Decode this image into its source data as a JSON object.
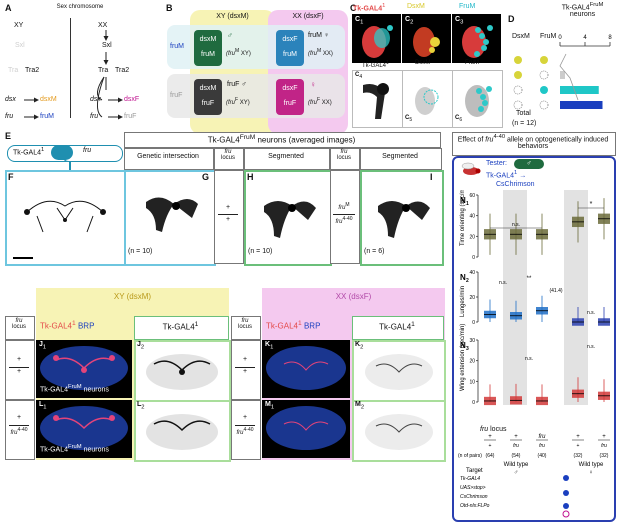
{
  "panelA": {
    "label": "A",
    "xy": "XY",
    "xx": "XX",
    "sex_chromosome": "Sex chromosome",
    "sxl_left": "Sxl",
    "sxl_right": "Sxl",
    "tra_left": "Tra",
    "tra2_left": "Tra2",
    "tra_right": "Tra",
    "tra2_right": "Tra2",
    "dsx": "dsx",
    "dsxM": "dsxM",
    "dsx_r": "dsx",
    "dsxF": "dsxF",
    "fru": "fru",
    "fruM": "fruM",
    "fru_r": "fru",
    "fruF": "fruF"
  },
  "panelB": {
    "label": "B",
    "xy_header": "XY (dsxM)",
    "xx_header": "XX (dsxF)",
    "fruM_row": "fruM",
    "fruF_row": "fruF",
    "c11a": "dsxM",
    "c11b": "fruM",
    "c11g": "(fru",
    "c11s": "M",
    "c11e": " XY)",
    "c12a": "dsxF",
    "c12b": "fruM",
    "c12t1": "fruM",
    "c12g": "(fru",
    "c12s": "M",
    "c12e": " XX)",
    "c21a": "dsxM",
    "c21b": "fruF",
    "c21t1": "fruF",
    "c21g": "(fru",
    "c21s": "F",
    "c21e": " XY)",
    "c22a": "dsxF",
    "c22b": "fruF",
    "c22g": "(fru",
    "c22s": "F",
    "c22e": " XX)",
    "male": "♂",
    "female": "♀"
  },
  "panelC": {
    "label_c1": "Tk-GAL4",
    "sup1": "1",
    "dsxm": "DsxM",
    "frum": "FruM",
    "c1": "C",
    "c2": "C",
    "c3": "C",
    "c4": "C",
    "c5": "C",
    "c6": "C",
    "s1": "1",
    "s2": "2",
    "s3": "3",
    "s4": "4",
    "s5": "5",
    "s6": "6",
    "tk_gal4_lower": "Tk-GAL4",
    "dsxm_lower": "DsxM",
    "frum_lower": "FruM"
  },
  "panelD": {
    "label": "D",
    "title": "Tk-GAL4",
    "title_sup": "FruM",
    "title2": "neurons",
    "col1": "DsxM",
    "col2": "FruM",
    "ticks": [
      "0",
      "4",
      "8"
    ],
    "total": "Total",
    "n": "(n = 12)",
    "bars": [
      0,
      0.8,
      6.2,
      6.8
    ],
    "colors": {
      "dsx": "#d7d43a",
      "fru": "#1fc7c7",
      "blue": "#1a3fbf"
    }
  },
  "panelE": {
    "label": "E",
    "tk": "Tk-GAL4",
    "tk_sup": "1",
    "fru": "fru"
  },
  "headerRow": {
    "title": "Tk-GAL4",
    "title_sup": "FruM",
    "title_rest": " neurons (averaged images)",
    "genetic": "Genetic intersection",
    "fru_locus": "fru",
    "locus": "locus",
    "segmented": "Segmented",
    "fru_locus2": "fru",
    "locus2": "locus",
    "segmented2": "Segmented"
  },
  "panelsFGHI": {
    "F": "F",
    "G": "G",
    "H": "H",
    "I": "I",
    "nG": "(n = 10)",
    "nH": "(n = 10)",
    "nI": "(n = 6)",
    "plus_top": "+",
    "plus_bot": "+",
    "fruM": "fru",
    "fruM_sup": "M",
    "fru440": "fru",
    "fru440_sup": "4-40"
  },
  "panelN": {
    "header": "Effect of",
    "header_fru": "fru",
    "header_sup": "4-40",
    "header_rest": " allele on optogenetically induced behaviors",
    "tester": "Tester:",
    "male": "♂",
    "tk": "Tk-GAL4",
    "tk_sup": "1",
    "arrow": "→",
    "csch": "CsChrimson",
    "N1": "N",
    "N1s": "1",
    "N2": "N",
    "N2s": "2",
    "N3": "N",
    "N3s": "3",
    "ylab1": "Time orienting (sec/min)",
    "ylab2": "Lunges/min",
    "ylab3": "Wing extension (sec/min)",
    "ticks1": [
      "60",
      "40",
      "20",
      "0"
    ],
    "ticks2": [
      "40",
      "20",
      "0"
    ],
    "ticks3": [
      "30",
      "20",
      "10",
      "0"
    ],
    "ns": "n.s.",
    "star": "*",
    "dstar": "**",
    "outlier": "(41.4)",
    "fru_locus": "fru locus",
    "n_pairs": "(n of pairs)",
    "genotypes_top": [
      "+",
      "+",
      "fru",
      "+",
      "+"
    ],
    "genotypes_bot": [
      "+",
      "fru",
      "fru",
      "+",
      "fru"
    ],
    "n_values": [
      "(64)",
      "(54)",
      "(40)",
      "(32)",
      "(32)"
    ],
    "target": "Target",
    "wild_type": "Wild type",
    "male_sym": "♂",
    "female_sym": "♀",
    "chart_data": {
      "type": "box",
      "series": [
        {
          "name": "Time orienting",
          "medians": [
            22,
            22,
            22,
            34,
            37
          ]
        },
        {
          "name": "Lunges/min",
          "medians": [
            6,
            5,
            9,
            0,
            0
          ]
        },
        {
          "name": "Wing extension",
          "medians": [
            0.5,
            0.8,
            0.5,
            4,
            3
          ]
        }
      ]
    },
    "list": [
      "Tk-GAL4",
      "UAS>stop>",
      "CsChrimson",
      "Otd-nls:FLPo"
    ],
    "list_sup": "1"
  },
  "bottomLeft": {
    "xy": "XY (dsxM)",
    "fru_locus": "fru",
    "locus": "locus",
    "tk_red": "Tk-GAL4",
    "sup": "1",
    "brp": "BRP",
    "tk_white": "Tk-GAL4",
    "tk_white_sup": "1",
    "J1": "J",
    "J1s": "1",
    "J2": "J",
    "J2s": "2",
    "L1": "L",
    "L1s": "1",
    "L2": "L",
    "L2s": "2",
    "neurons": "Tk-GAL4",
    "neurons_sup": "FruM",
    "neurons_rest": " neurons",
    "plus": "+",
    "fru440": "fru",
    "fru440_sup": "4-40"
  },
  "bottomRight": {
    "xx": "XX (dsxF)",
    "fru_locus": "fru",
    "locus": "locus",
    "tk_red": "Tk-GAL4",
    "sup": "1",
    "brp": "BRP",
    "tk_white": "Tk-GAL4",
    "tk_white_sup": "1",
    "K1": "K",
    "K1s": "1",
    "K2": "K",
    "K2s": "2",
    "M1": "M",
    "M1s": "1",
    "M2": "M",
    "M2s": "2",
    "plus": "+",
    "fru440": "fru",
    "fru440_sup": "4-40"
  }
}
